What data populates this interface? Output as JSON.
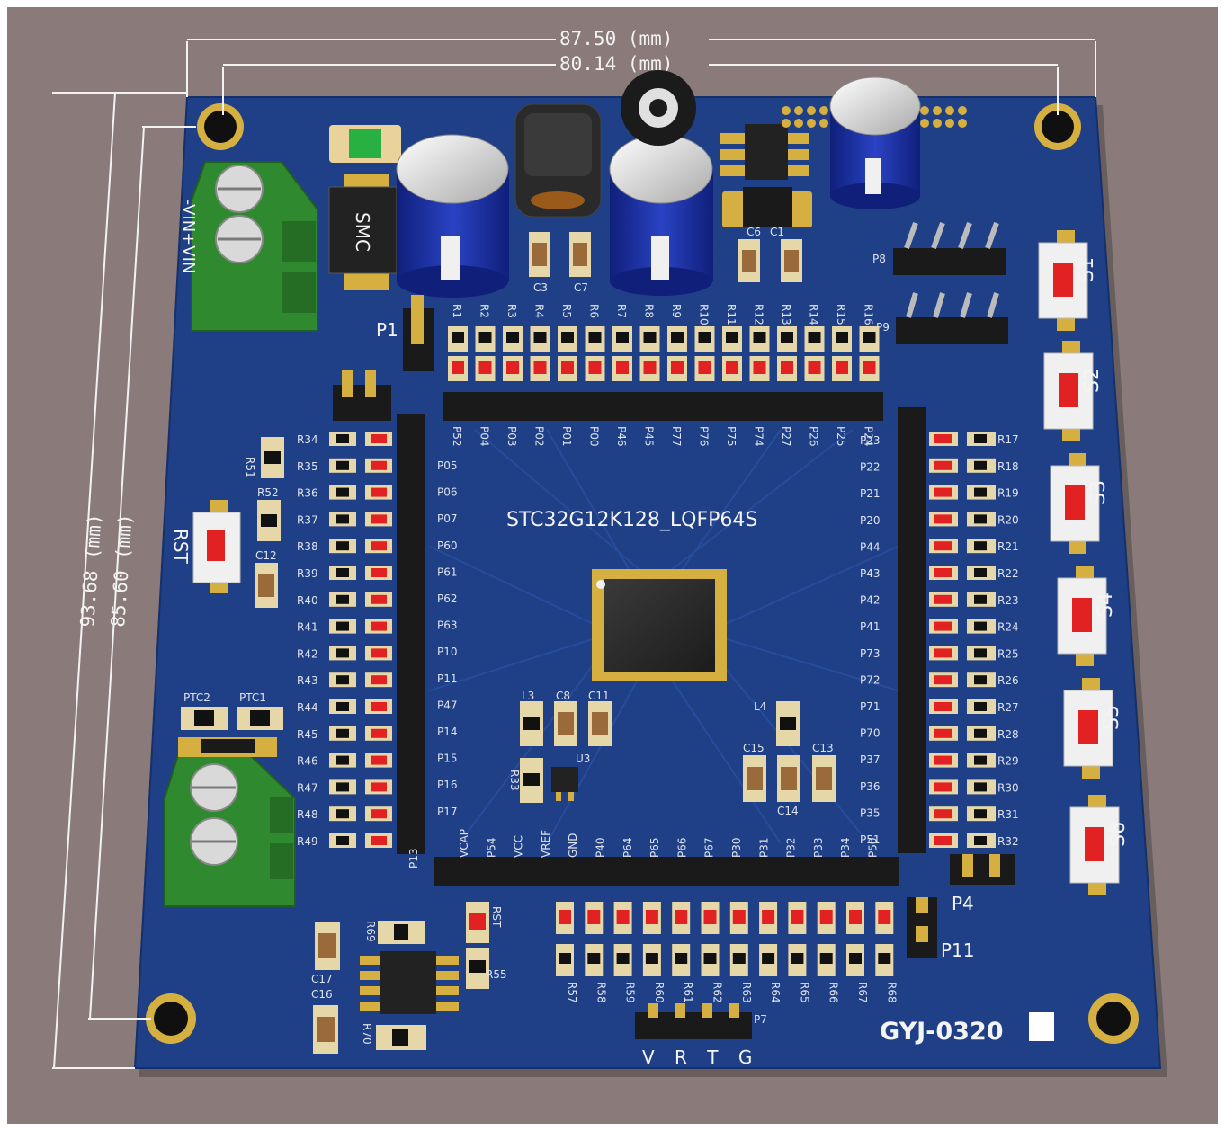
{
  "dimensions": {
    "top_outer": "87.50 (mm)",
    "top_inner": "80.14 (mm)",
    "left_outer": "93.68 (mm)",
    "left_inner": "85.60 (mm)"
  },
  "board": {
    "chip_name": "STC32G12K128_LQFP64S",
    "board_id": "GYJ-0320",
    "power_label": "-VIN+VIN",
    "diode_label": "SMC",
    "prog_header_label": "V R T G"
  },
  "switches": [
    "S1",
    "S2",
    "S3",
    "S4",
    "S5",
    "S6"
  ],
  "reset_label": "RST",
  "reset_resistor_label": "RST",
  "headers": {
    "p1": "P1",
    "p4": "P4",
    "p11": "P11",
    "p7": "P7",
    "p8": "P8",
    "p9": "P9"
  },
  "top_resistors": [
    "R1",
    "R2",
    "R3",
    "R4",
    "R5",
    "R6",
    "R7",
    "R8",
    "R9",
    "R10",
    "R11",
    "R12",
    "R13",
    "R14",
    "R15",
    "R16"
  ],
  "top_pins": [
    "P52",
    "P04",
    "P03",
    "P02",
    "P01",
    "P00",
    "P46",
    "P45",
    "P77",
    "P76",
    "P75",
    "P74",
    "P27",
    "P26",
    "P25",
    "P24"
  ],
  "left_pins": [
    "P05",
    "P06",
    "P07",
    "P60",
    "P61",
    "P62",
    "P63",
    "P10",
    "P11",
    "P47",
    "P14",
    "P15",
    "P16",
    "P17"
  ],
  "right_pins": [
    "P23",
    "P22",
    "P21",
    "P20",
    "P44",
    "P43",
    "P42",
    "P41",
    "P73",
    "P72",
    "P71",
    "P70",
    "P37",
    "P36",
    "P35",
    "P51"
  ],
  "bottom_pins": [
    "VCAP",
    "P54",
    "VCC",
    "VREF",
    "GND",
    "P40",
    "P64",
    "P65",
    "P66",
    "P67",
    "P30",
    "P31",
    "P32",
    "P33",
    "P34",
    "P50"
  ],
  "left_resistors": [
    "R34",
    "R35",
    "R36",
    "R37",
    "R38",
    "R39",
    "R40",
    "R41",
    "R42",
    "R43",
    "R44",
    "R45",
    "R46",
    "R47",
    "R48",
    "R49"
  ],
  "right_resistors": [
    "R17",
    "R18",
    "R19",
    "R20",
    "R21",
    "R22",
    "R23",
    "R24",
    "R25",
    "R26",
    "R27",
    "R28",
    "R29",
    "R30",
    "R31",
    "R32"
  ],
  "bottom_resistors": [
    "R57",
    "R58",
    "R59",
    "R60",
    "R61",
    "R62",
    "R63",
    "R64",
    "R65",
    "R66",
    "R67",
    "R68"
  ],
  "misc_labels": {
    "r51": "R51",
    "r52": "R52",
    "c12": "C12",
    "ptc2": "PTC2",
    "ptc1": "PTC1",
    "l3": "L3",
    "c8": "C8",
    "c11": "C11",
    "l4": "L4",
    "c15": "C15",
    "c13": "C13",
    "c14": "C14",
    "r33": "R33",
    "u3": "U3",
    "c17": "C17",
    "c16": "C16",
    "r69": "R69",
    "r70": "R70",
    "r55": "R55",
    "c3": "C3",
    "c7": "C7",
    "c6": "C6",
    "c1": "C1",
    "p13": "P13"
  },
  "colors": {
    "background": "#8a7a7a",
    "pcb": "#1f3f86",
    "silkscreen": "#f4f4f4",
    "terminal_green": "#2f8a2f",
    "cap_blue": "#1c2fa8",
    "switch_red": "#e22222",
    "pad_gold": "#d8b43a"
  }
}
